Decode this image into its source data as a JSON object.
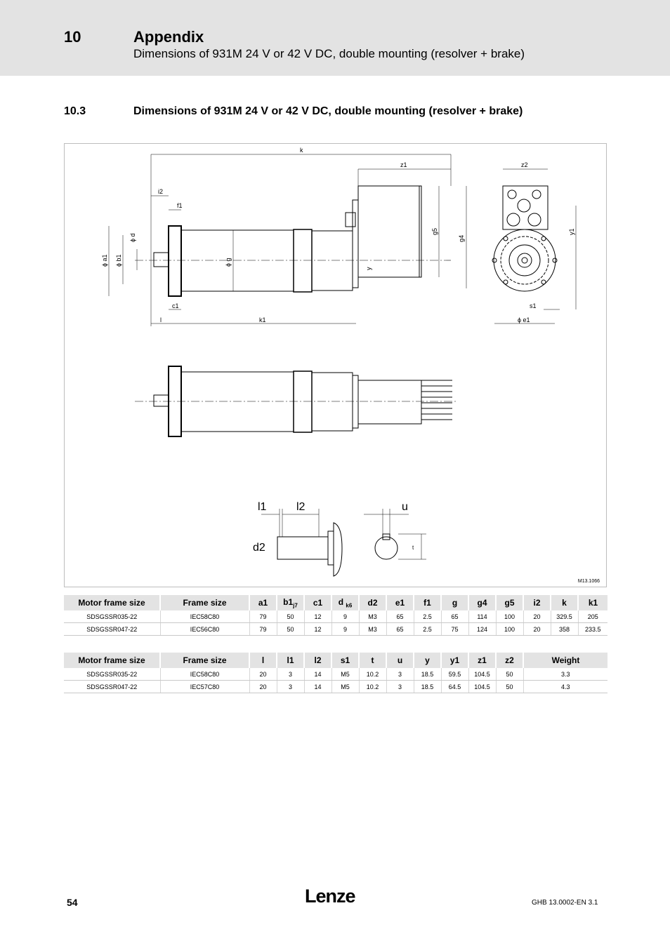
{
  "header": {
    "chapter_number": "10",
    "chapter_title": "Appendix",
    "chapter_subtitle": "Dimensions of 931M 24 V or 42 V DC, double mounting (resolver + brake)"
  },
  "section": {
    "number": "10.3",
    "title": "Dimensions of 931M 24 V or 42 V DC, double mounting (resolver + brake)"
  },
  "drawing": {
    "id": "M13.1066",
    "labels": {
      "k": "k",
      "z1": "z1",
      "z2": "z2",
      "i2": "i2",
      "f1": "f1",
      "d": "ϕ d",
      "a1": "ϕ a1",
      "b1": "ϕ b1",
      "g": "ϕ g",
      "g5": "g5",
      "g4": "g4",
      "y": "y",
      "y1": "y1",
      "c1": "c1",
      "l": "l",
      "k1": "k1",
      "s1": "s1",
      "e1": "ϕ e1",
      "l1": "l1",
      "l2": "l2",
      "d2": "d2",
      "u": "u",
      "t": "t"
    }
  },
  "table1": {
    "headers": [
      "Motor frame size",
      "Frame size",
      "a1",
      "b1",
      "c1",
      "d",
      "d2",
      "e1",
      "f1",
      "g",
      "g4",
      "g5",
      "i2",
      "k",
      "k1"
    ],
    "header_subscripts": {
      "b1": "j7",
      "d": "k6"
    },
    "rows": [
      [
        "SDSGSSR035-22",
        "IEC58C80",
        "79",
        "50",
        "12",
        "9",
        "M3",
        "65",
        "2.5",
        "65",
        "114",
        "100",
        "20",
        "329.5",
        "205"
      ],
      [
        "SDSGSSR047-22",
        "IEC56C80",
        "79",
        "50",
        "12",
        "9",
        "M3",
        "65",
        "2.5",
        "75",
        "124",
        "100",
        "20",
        "358",
        "233.5"
      ]
    ]
  },
  "table2": {
    "headers": [
      "Motor frame size",
      "Frame size",
      "l",
      "l1",
      "l2",
      "s1",
      "t",
      "u",
      "y",
      "y1",
      "z1",
      "z2",
      "Weight"
    ],
    "rows": [
      [
        "SDSGSSR035-22",
        "IEC58C80",
        "20",
        "3",
        "14",
        "M5",
        "10.2",
        "3",
        "18.5",
        "59.5",
        "104.5",
        "50",
        "3.3"
      ],
      [
        "SDSGSSR047-22",
        "IEC57C80",
        "20",
        "3",
        "14",
        "M5",
        "10.2",
        "3",
        "18.5",
        "64.5",
        "104.5",
        "50",
        "4.3"
      ]
    ]
  },
  "footer": {
    "page_number": "54",
    "logo": "Lenze",
    "doc_id": "GHB 13.0002-EN   3.1"
  }
}
